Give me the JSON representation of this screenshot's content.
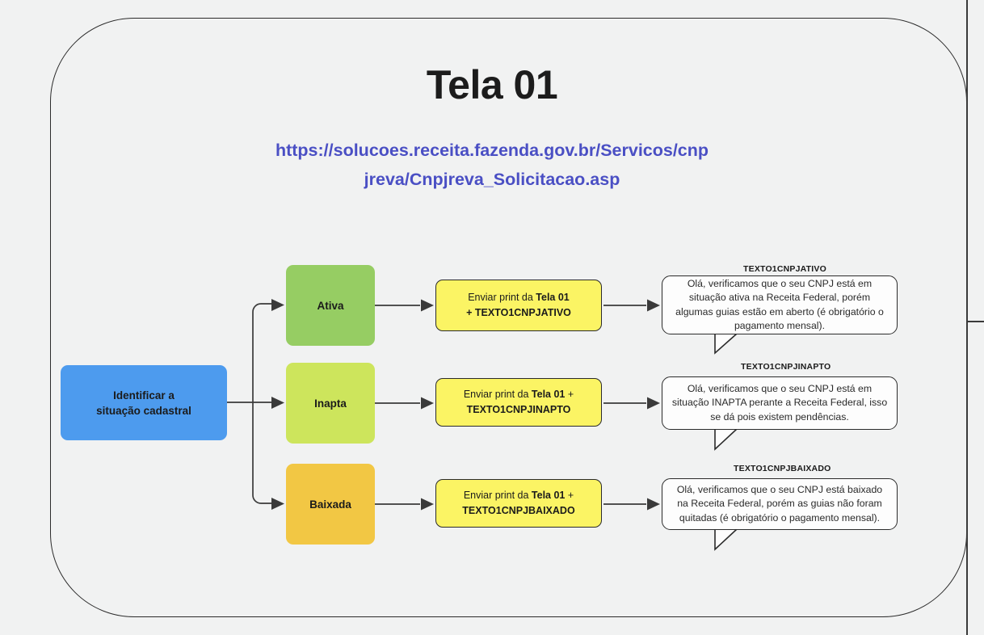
{
  "page": {
    "title": "Tela 01",
    "url": "https://solucoes.receita.fazenda.gov.br/Servicos/cnpjreva/Cnpjreva_Solicitacao.asp"
  },
  "colors": {
    "background": "#f1f2f2",
    "frame_stroke": "#2b2b2b",
    "start_node": "#4d9bee",
    "status_ativa": "#96cd63",
    "status_inapta": "#cde55c",
    "status_baixada": "#f2c744",
    "action_node": "#fbf464",
    "bubble_fill": "#fdfdfd",
    "url_text": "#4a4fc4",
    "connector": "#3a3a3a"
  },
  "flow": {
    "start": {
      "label_line1": "Identificar a",
      "label_line2": "situação cadastral"
    },
    "branches": [
      {
        "status": "Ativa",
        "action": {
          "prefix": "Enviar print da ",
          "screen": "Tela 01",
          "plus": " + ",
          "token": "TEXTO1CNPJATIVO"
        },
        "bubble_label": "TEXTO1CNPJATIVO",
        "bubble_text": "Olá, verificamos que o seu CNPJ está em situação ativa na Receita Federal, porém algumas guias estão em aberto (é obrigatório o pagamento mensal)."
      },
      {
        "status": "Inapta",
        "action": {
          "prefix": "Enviar print da ",
          "screen": "Tela 01",
          "plus": " + ",
          "token": "TEXTO1CNPJINAPTO"
        },
        "bubble_label": "TEXTO1CNPJINAPTO",
        "bubble_text": "Olá, verificamos que o seu CNPJ está em situação INAPTA perante a Receita Federal, isso se dá pois existem pendências."
      },
      {
        "status": "Baixada",
        "action": {
          "prefix": "Enviar print da ",
          "screen": "Tela 01",
          "plus": " + ",
          "token": "TEXTO1CNPJBAIXADO"
        },
        "bubble_label": "TEXTO1CNPJBAIXADO",
        "bubble_text": "Olá, verificamos que o seu CNPJ está baixado na Receita Federal, porém as guias não foram quitadas (é obrigatório o pagamento mensal)."
      }
    ]
  }
}
